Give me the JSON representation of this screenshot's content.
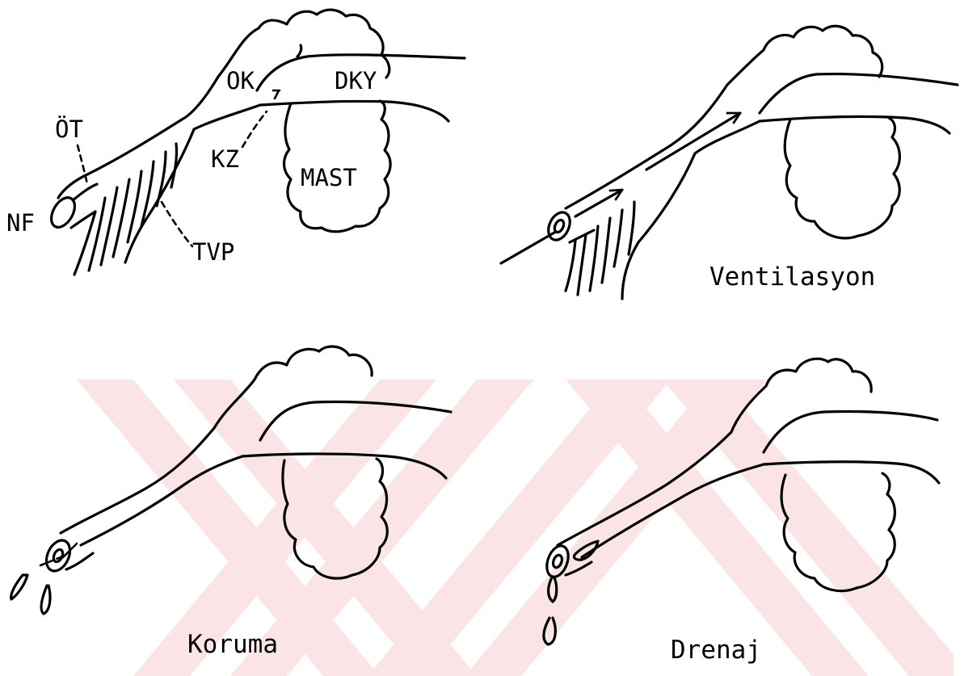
{
  "colors": {
    "ink": "#000000",
    "watermark": "#fbe4e6",
    "background": "#ffffff"
  },
  "panel1": {
    "labels": {
      "ok": "OK",
      "dky": "DKY",
      "ot": "ÖT",
      "kz": "KZ",
      "mast": "MAST",
      "nf": "NF",
      "tvp": "TVP"
    }
  },
  "panel2": {
    "caption": "Ventilasyon"
  },
  "panel3": {
    "caption": "Koruma"
  },
  "panel4": {
    "caption": "Drenaj"
  },
  "watermark": {
    "icon": "diagonal-stripe-logo-watermark"
  }
}
